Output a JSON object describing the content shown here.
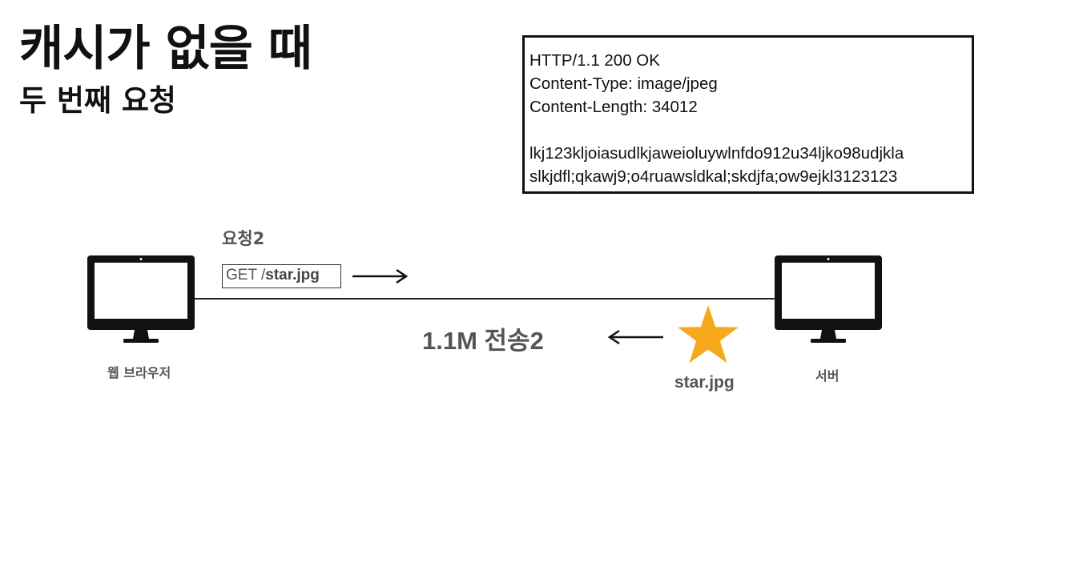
{
  "title": "캐시가 없을 때",
  "subtitle": "두 번째 요청",
  "response": {
    "status_line": "HTTP/1.1 200 OK",
    "content_type": "Content-Type: image/jpeg",
    "content_length": "Content-Length: 34012",
    "body_line_1": "lkj123kljoiasudlkjaweioluywlnfdo912u34ljko98udjkla",
    "body_line_2": "slkjdfl;qkawj9;o4ruawsldkal;skdjfa;ow9ejkl3123123"
  },
  "request": {
    "label": "요청2",
    "method": "GET /",
    "path": "star.jpg"
  },
  "transfer_label": "1.1M 전송2",
  "file_label": "star.jpg",
  "client_label": "웹 브라우저",
  "server_label": "서버",
  "colors": {
    "star": "#F7A81B",
    "monitor": "#111111",
    "text_gray": "#555555"
  }
}
